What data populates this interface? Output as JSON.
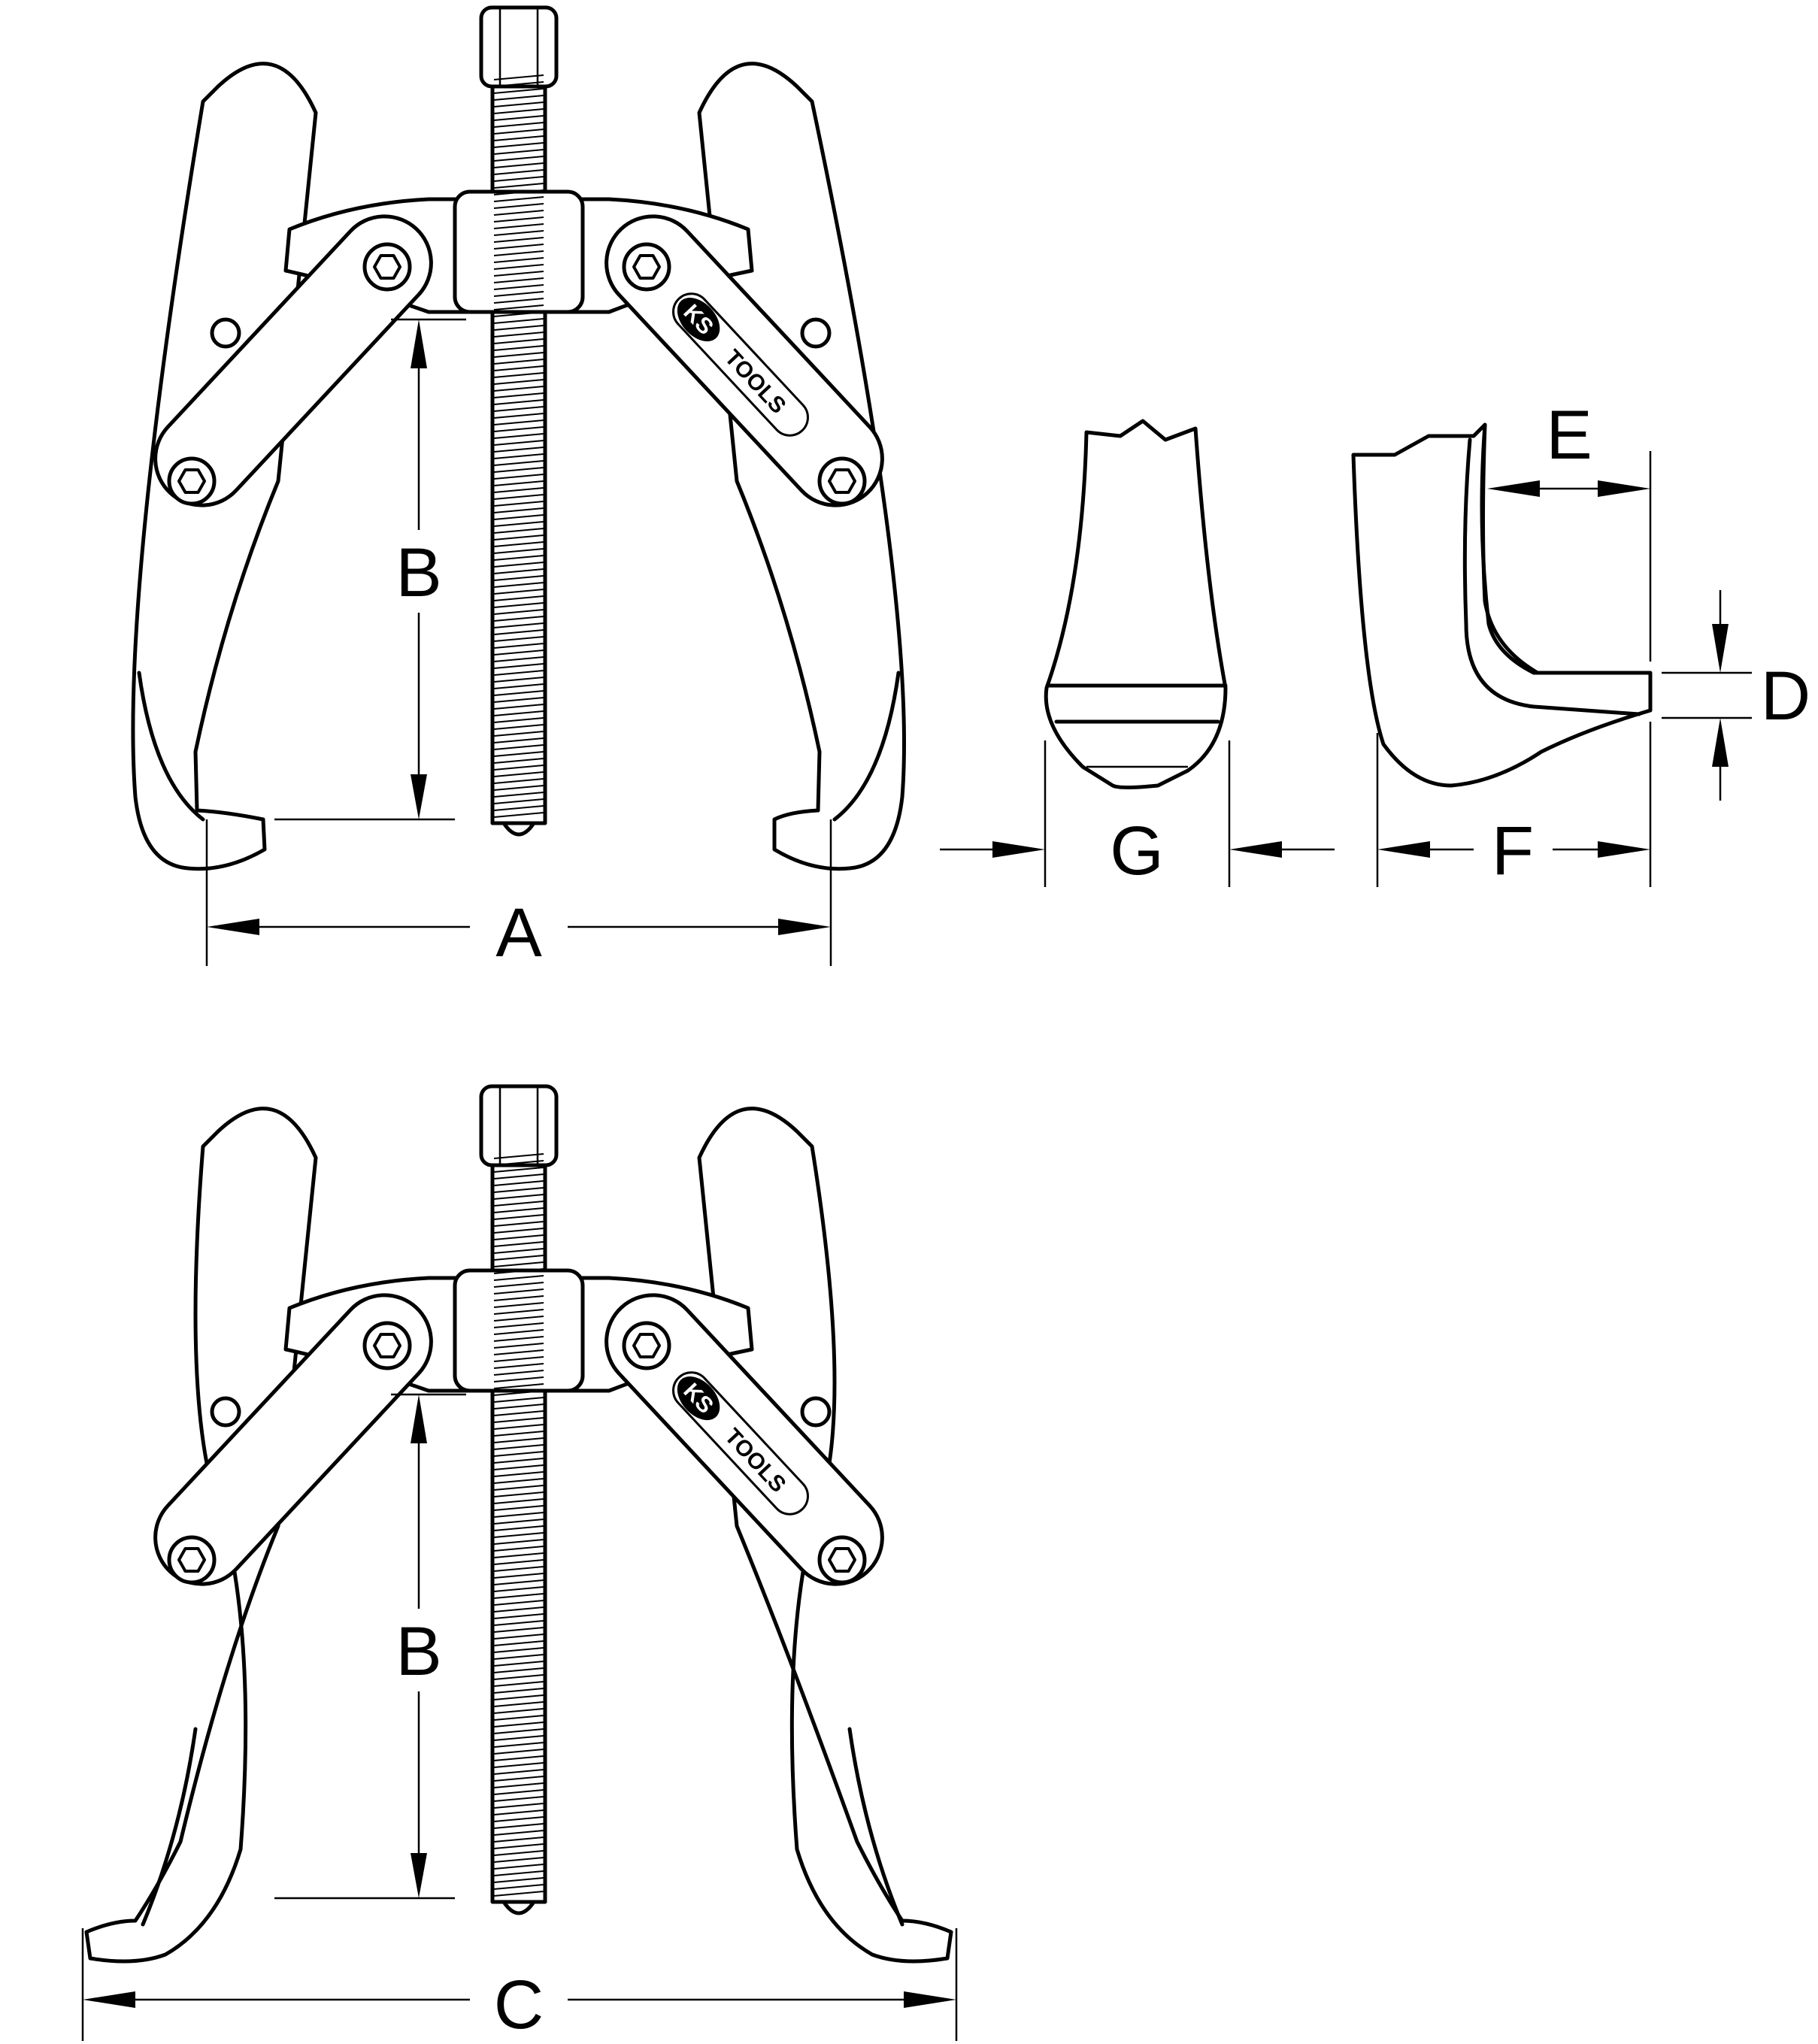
{
  "labels": {
    "a": "A",
    "b_top": "B",
    "b_bottom": "B",
    "c": "C",
    "d": "D",
    "e": "E",
    "f": "F",
    "g": "G"
  },
  "logo": {
    "ks": "KS",
    "tools": "TOOLS"
  },
  "colors": {
    "line": "#000000",
    "background": "#ffffff"
  }
}
